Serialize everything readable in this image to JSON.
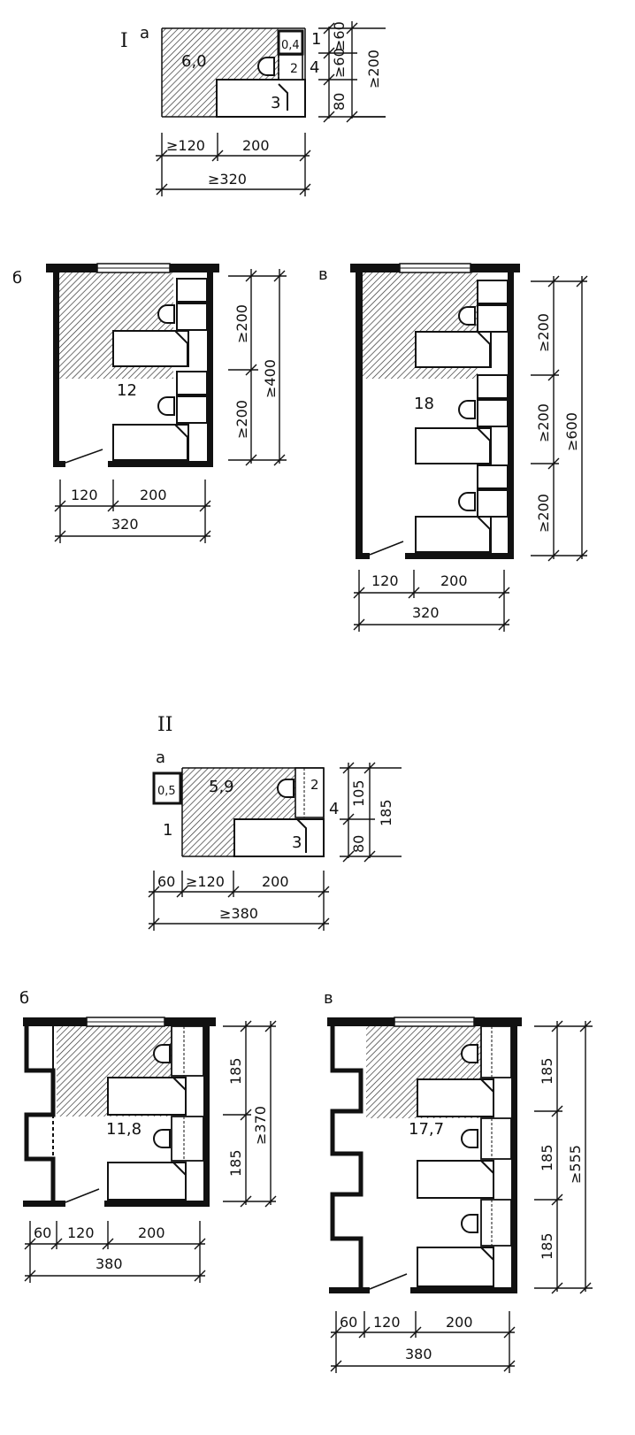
{
  "groups": [
    {
      "roman": "I",
      "plans": [
        {
          "letter": "а",
          "area": "6,0",
          "nums": [
            "1",
            "2",
            "3",
            "4"
          ],
          "small_area": "0,4",
          "dims_h": [
            "≥120",
            "200",
            "≥320"
          ],
          "dims_v": [
            "≥60",
            "≥60",
            "80",
            "≥200"
          ]
        },
        {
          "letter": "б",
          "area": "12",
          "dims_h": [
            "120",
            "200",
            "320"
          ],
          "dims_v": [
            "≥200",
            "≥200",
            "≥400"
          ]
        },
        {
          "letter": "в",
          "area": "18",
          "dims_h": [
            "120",
            "200",
            "320"
          ],
          "dims_v": [
            "≥200",
            "≥200",
            "≥200",
            "≥600"
          ]
        }
      ]
    },
    {
      "roman": "II",
      "plans": [
        {
          "letter": "а",
          "area": "5,9",
          "nums": [
            "1",
            "2",
            "3",
            "4"
          ],
          "small_area": "0,5",
          "dims_h": [
            "60",
            "≥120",
            "200",
            "≥380"
          ],
          "dims_v": [
            "105",
            "80",
            "185"
          ]
        },
        {
          "letter": "б",
          "area": "11,8",
          "dims_h": [
            "60",
            "120",
            "200",
            "380"
          ],
          "dims_v": [
            "185",
            "185",
            "≥370"
          ]
        },
        {
          "letter": "в",
          "area": "17,7",
          "dims_h": [
            "60",
            "120",
            "200",
            "380"
          ],
          "dims_v": [
            "185",
            "185",
            "185",
            "≥555"
          ]
        }
      ]
    }
  ]
}
